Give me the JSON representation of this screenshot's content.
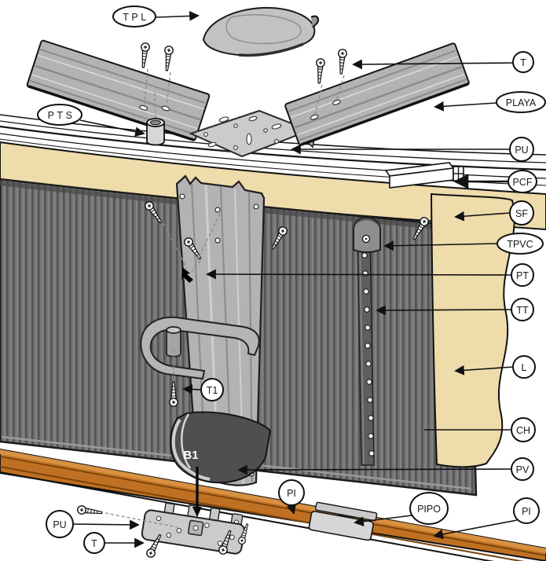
{
  "callouts": {
    "tpl": "TPL",
    "pts": "PTS",
    "t_top": "T",
    "playa": "PLAYA",
    "pu_top": "PU",
    "pcf": "PCF",
    "sf": "SF",
    "tpvc": "TPVC",
    "pt": "PT",
    "tt": "TT",
    "l": "L",
    "ch": "CH",
    "pv": "PV",
    "t1": "T1",
    "b1": "B1",
    "pi_mid": "PI",
    "pipo": "PIPO",
    "pi_right": "PI",
    "pu_bottom": "PU",
    "t_bottom": "T"
  },
  "colors": {
    "background": "#ffffff",
    "wall": "#757575",
    "wall_stripe": "#555555",
    "liner": "#eedcab",
    "rail_orange": "#c07023",
    "rail_highlight": "#d89141",
    "part_gray": "#b3b3b3",
    "plate_gray": "#cbcbcb",
    "boot_dark": "#4f4f4f",
    "outline": "#1a1a1a"
  }
}
